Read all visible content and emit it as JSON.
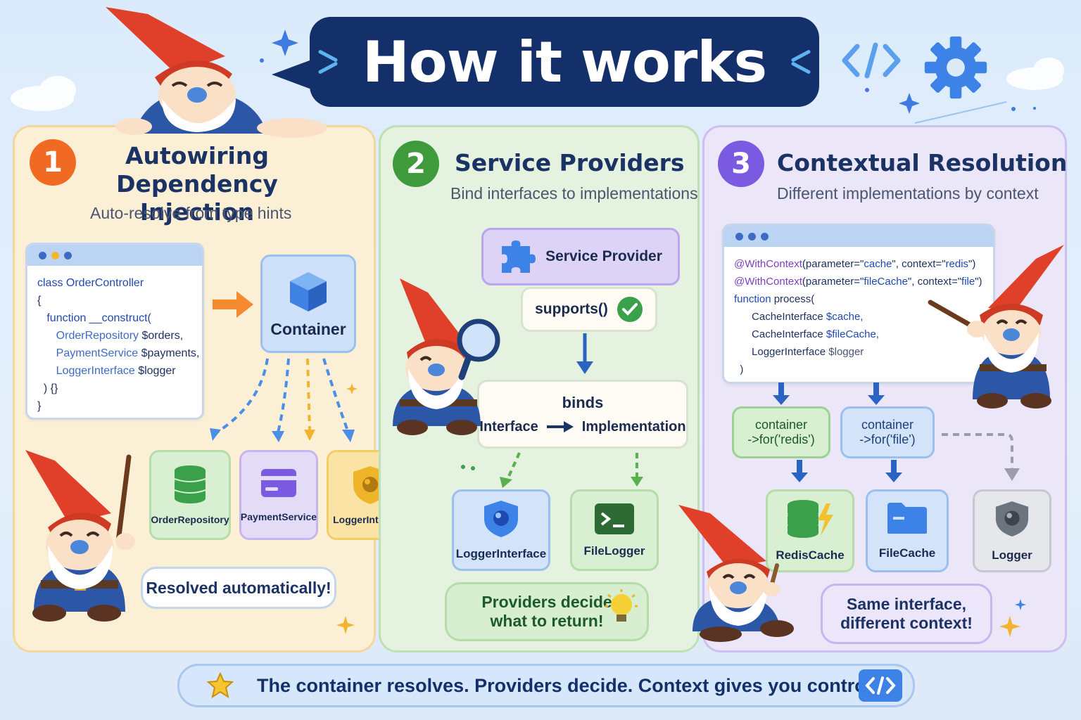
{
  "title": "How it works",
  "sections": [
    {
      "number": "1",
      "title": "Autowiring Dependency Injection",
      "title_line1": "Autowiring",
      "title_line2": "Dependency Injection",
      "subtitle": "Auto-resolve from type hints",
      "code": {
        "line1": "class OrderController",
        "line2": "{",
        "line3": "function __construct(",
        "line4_type": "OrderRepository",
        "line4_var": "$orders,",
        "line5_type": "PaymentService",
        "line5_var": "$payments,",
        "line6_type": "LoggerInterface",
        "line6_var": "$logger",
        "line7": ") {}",
        "line8": "}"
      },
      "container_label": "Container",
      "services": [
        "OrderRepository",
        "PaymentService",
        "LoggerInterface"
      ],
      "callout": "Resolved automatically!"
    },
    {
      "number": "2",
      "title": "Service Providers",
      "subtitle": "Bind interfaces to implementations",
      "provider_label": "Service Provider",
      "supports_label": "supports()",
      "binds_label": "binds",
      "interface_label": "Interface",
      "implementation_label": "Implementation",
      "results": [
        "LoggerInterface",
        "FileLogger"
      ],
      "callout_line1": "Providers decide",
      "callout_line2": "what to return!"
    },
    {
      "number": "3",
      "title": "Contextual Resolution",
      "subtitle": "Different implementations by context",
      "code": {
        "line1_attr": "@WithContext",
        "line1_rest": "(parameter=\"",
        "line1_p": "cache",
        "line1_mid": "\", context=\"",
        "line1_c": "redis",
        "line1_end": "\")",
        "line2_attr": "@WithContext",
        "line2_rest": "(parameter=\"",
        "line2_p": "fileCache",
        "line2_mid": "\", context=\"",
        "line2_c": "file",
        "line2_end": "\")",
        "line3_kw": "function",
        "line3_name": "process(",
        "line4_type": "CacheInterface",
        "line4_var": "$cache,",
        "line5_type": "CacheInterface",
        "line5_var": "$fileCache,",
        "line6_type": "LoggerInterface",
        "line6_var": "$logger",
        "line7": ")"
      },
      "contexts": [
        {
          "line1": "container",
          "line2": "->for('redis')"
        },
        {
          "line1": "container",
          "line2": "->for('file')"
        }
      ],
      "results": [
        "RedisCache",
        "FileCache",
        "Logger"
      ],
      "callout_line1": "Same interface,",
      "callout_line2": "different context!"
    }
  ],
  "footer": "The container resolves. Providers decide. Context gives you control.",
  "colors": {
    "navy": "#13306a",
    "orange": "#f06a23",
    "green": "#3f9a3c",
    "purple": "#7a5ae0",
    "blue": "#3d7be0"
  },
  "icons": [
    "cube-icon",
    "database-icon",
    "card-icon",
    "shield-icon",
    "puzzle-icon",
    "check-icon",
    "terminal-icon",
    "folder-icon",
    "lightbulb-icon",
    "star-icon",
    "code-icon",
    "gear-icon",
    "magnifier-icon"
  ]
}
